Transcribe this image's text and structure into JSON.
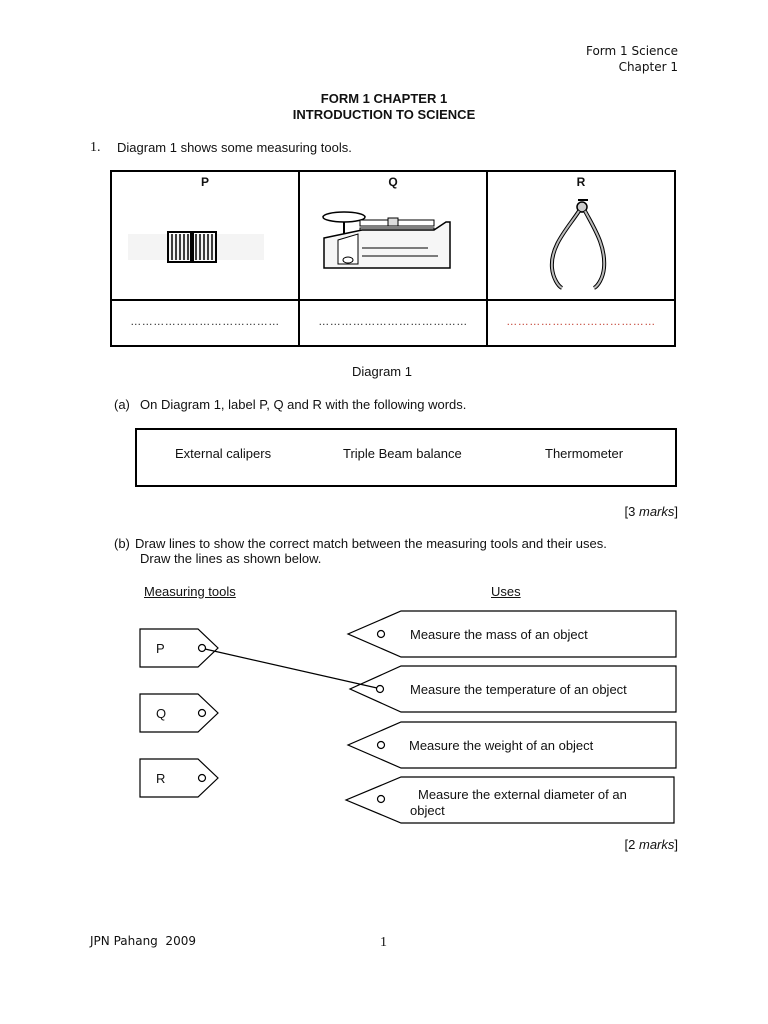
{
  "header": {
    "line1": "Form 1 Science",
    "line2": "Chapter 1"
  },
  "title": {
    "line1": "FORM 1 CHAPTER 1",
    "line2": "INTRODUCTION TO SCIENCE"
  },
  "question": {
    "number": "1.",
    "text": "Diagram 1 shows some measuring tools."
  },
  "diagram": {
    "columns": [
      {
        "label": "P",
        "tool_icon": "thermometer-icon",
        "answer_dots": "…………………………………"
      },
      {
        "label": "Q",
        "tool_icon": "triple-beam-balance-icon",
        "answer_dots": "…………………………………"
      },
      {
        "label": "R",
        "tool_icon": "external-calipers-icon",
        "answer_dots": "…………………………………"
      }
    ],
    "caption": "Diagram 1"
  },
  "part_a": {
    "label": "(a)",
    "text": "On Diagram 1, label P, Q and R with the following words.",
    "words": [
      "External calipers",
      "Triple Beam balance",
      "Thermometer"
    ],
    "marks": {
      "open": "[3 ",
      "word": "marks",
      "close": "]"
    }
  },
  "part_b": {
    "label": "(b)",
    "line1": "Draw lines to show the correct match between the measuring tools and their uses.",
    "line2": "Draw the lines as shown below.",
    "tools_header": "Measuring tools",
    "uses_header": "Uses",
    "tools": [
      "P",
      "Q",
      "R"
    ],
    "uses": [
      "Measure the mass of an object",
      "Measure the temperature of an object",
      "Measure the weight of an object",
      "Measure the external diameter of an",
      "object"
    ],
    "marks": {
      "open": "[2 ",
      "word": "marks",
      "close": "]"
    }
  },
  "footer": {
    "left": "JPN Pahang  2009",
    "page": "1"
  }
}
